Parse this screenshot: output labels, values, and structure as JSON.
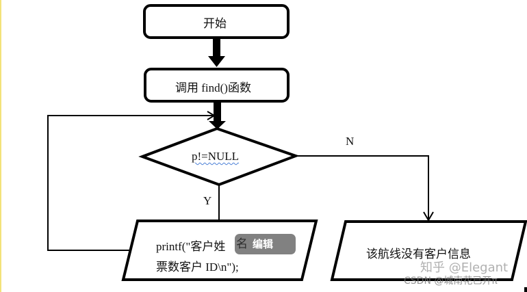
{
  "flowchart": {
    "nodes": {
      "start": {
        "label": "开始",
        "shape": "rounded-rect"
      },
      "call_find": {
        "label": "调用 find()函数",
        "shape": "rounded-rect"
      },
      "decision": {
        "label": "p!=NULL",
        "shape": "diamond"
      },
      "print_output": {
        "line1": "printf(\"客户姓",
        "line1_hidden_tail": "名",
        "line2": "票数客户 ID\\n\");",
        "shape": "parallelogram"
      },
      "no_customer": {
        "label": "该航线没有客户信息",
        "shape": "parallelogram"
      }
    },
    "edges": {
      "yes_label": "Y",
      "no_label": "N"
    }
  },
  "overlay": {
    "edit_button_label": "编辑"
  },
  "watermarks": {
    "zhihu": "知乎 @Elegant",
    "csdn": "CSDN @城南花已开π"
  },
  "colors": {
    "stroke": "#000000",
    "background": "#ffffff",
    "edit_badge": "#7b7b7b",
    "left_edge": "#f3e27a"
  }
}
